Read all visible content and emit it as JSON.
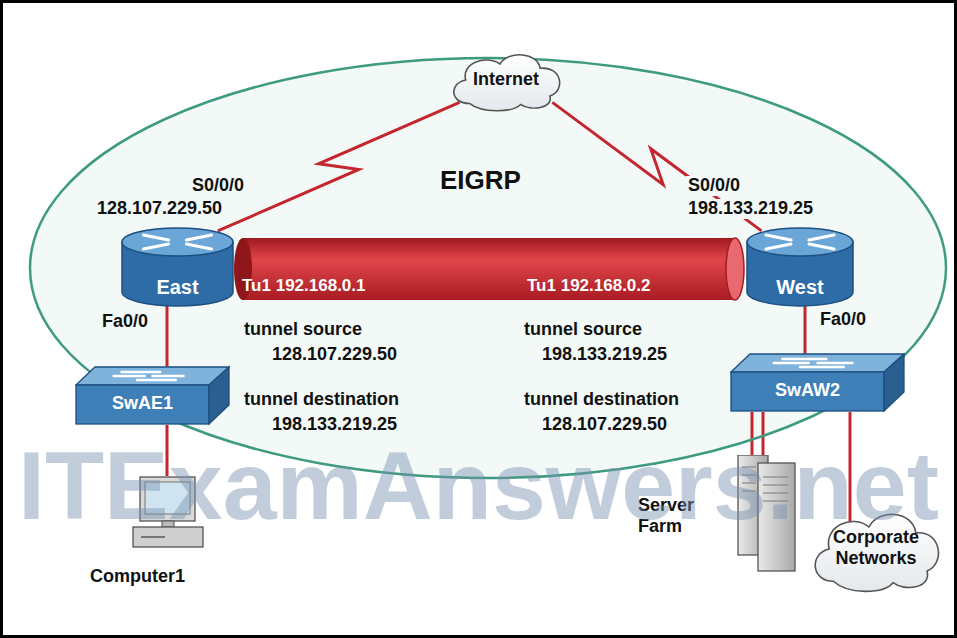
{
  "diagram": {
    "nodes": [
      {
        "text": [
          "EIGRP"
        ]
      },
      {
        "text": [
          "Internet"
        ],
        "in": 0
      },
      {
        "text": [
          "East"
        ],
        "in": 0
      },
      {
        "text": [
          "Tu1 192.168.0.1",
          "Tu1 192.168.0.2"
        ],
        "in": 0
      },
      {
        "text": [
          "West"
        ],
        "in": 0
      },
      {
        "text": [
          "SwAE1"
        ],
        "in": 0
      },
      {
        "text": [
          "SwAW2"
        ],
        "in": 0
      },
      {
        "text": [
          "Computer1"
        ]
      },
      {
        "text": [
          "Server Farm"
        ]
      },
      {
        "text": [
          "Corporate Networks"
        ]
      }
    ],
    "edges": [
      {
        "from": 1,
        "to": 2,
        "arrow": "none"
      },
      {
        "from": 1,
        "to": 4,
        "arrow": "none"
      },
      {
        "from": 2,
        "to": 5,
        "arrow": "none"
      },
      {
        "from": 4,
        "to": 6,
        "arrow": "none"
      },
      {
        "from": 5,
        "to": 7,
        "arrow": "none"
      },
      {
        "from": 6,
        "to": 8,
        "arrow": "none"
      },
      {
        "from": 6,
        "to": 8,
        "arrow": "none"
      },
      {
        "from": 6,
        "to": 9,
        "arrow": "none"
      }
    ],
    "labels": [
      "S0/0/0",
      "128.107.229.50",
      "S0/0/0",
      "198.133.219.25",
      "tunnel source",
      "128.107.229.50",
      "tunnel destination",
      "198.133.219.25",
      "tunnel source",
      "198.133.219.25",
      "tunnel destination",
      "128.107.229.50",
      "Fa0/0",
      "Fa0/0",
      "ITExamAnswers.net"
    ]
  }
}
